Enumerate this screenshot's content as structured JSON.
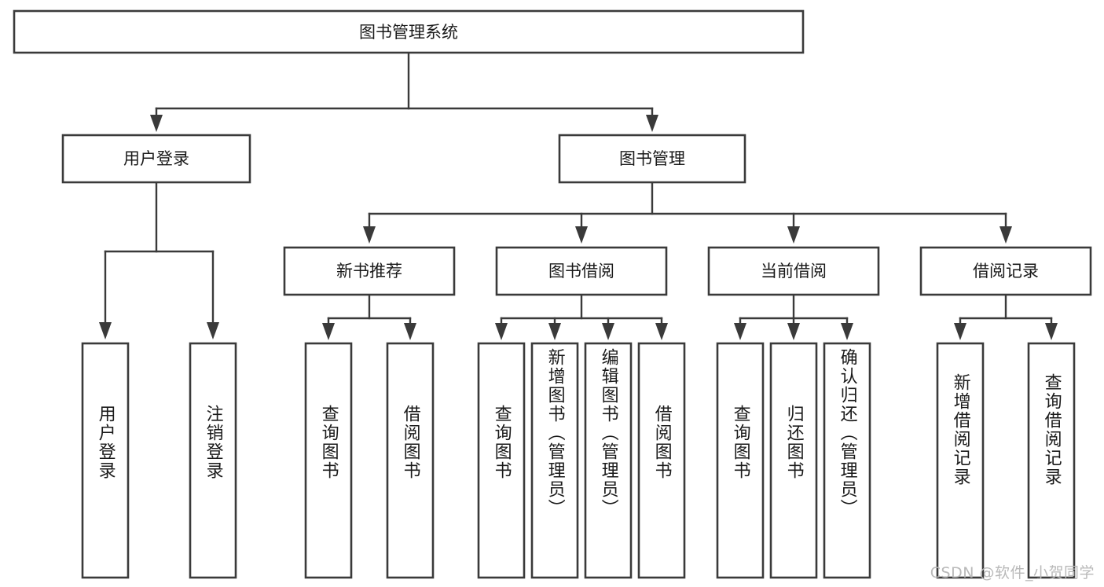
{
  "diagram": {
    "title": "图书管理系统",
    "type": "hierarchy-tree",
    "colors": {
      "box_stroke": "#3a3a3a",
      "box_fill": "#ffffff",
      "text": "#1a1a1a",
      "background": "#ffffff",
      "watermark": "#b9b9b9"
    },
    "root": {
      "label": "图书管理系统"
    },
    "level1": [
      {
        "label": "用户登录"
      },
      {
        "label": "图书管理"
      }
    ],
    "level2": [
      {
        "label": "新书推荐"
      },
      {
        "label": "图书借阅"
      },
      {
        "label": "当前借阅"
      },
      {
        "label": "借阅记录"
      }
    ],
    "leaves": {
      "user_login": [
        {
          "label": "用户登录"
        },
        {
          "label": "注销登录"
        }
      ],
      "new_book_recommend": [
        {
          "label": "查询图书"
        },
        {
          "label": "借阅图书"
        }
      ],
      "book_borrow": [
        {
          "label": "查询图书"
        },
        {
          "label": "新增图书（管理员）"
        },
        {
          "label": "编辑图书（管理员）"
        },
        {
          "label": "借阅图书"
        }
      ],
      "current_borrow": [
        {
          "label": "查询图书"
        },
        {
          "label": "归还图书"
        },
        {
          "label": "确认归还（管理员）"
        }
      ],
      "borrow_record": [
        {
          "label": "新增借阅记录"
        },
        {
          "label": "查询借阅记录"
        }
      ]
    }
  },
  "watermark": {
    "text": "CSDN @软件_小贺同学"
  }
}
